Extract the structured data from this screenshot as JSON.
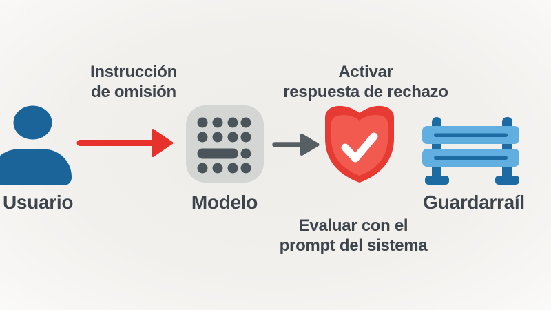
{
  "diagram": {
    "nodes": {
      "user": {
        "label": "Usuario",
        "icon": "user-icon"
      },
      "model": {
        "label": "Modelo",
        "icon": "model-grid-icon"
      },
      "shield": {
        "icon": "shield-check-icon"
      },
      "guardrail": {
        "label": "Guardarraíl",
        "icon": "guardrail-fence-icon"
      }
    },
    "arrows": {
      "instruction": {
        "line1": "Instrucción",
        "line2": "de omisión",
        "color": "#e7322c",
        "style": "red-arrow"
      },
      "activate": {
        "line1": "Activar",
        "line2": "respuesta de rechazo",
        "color": "#565f64",
        "style": "gray-arrow"
      }
    },
    "captions": {
      "evaluate": {
        "line1": "Evaluar con el",
        "line2": "prompt del sistema"
      }
    },
    "colors": {
      "background": "#f2f0ed",
      "text": "#3d444c",
      "user_blue": "#1a6499",
      "arrow_red": "#e7322c",
      "arrow_gray": "#565f64",
      "model_chip_bg": "#d3d6d3",
      "model_dots": "#4c545b",
      "shield_border_red": "#e73a32",
      "shield_fill_red": "#f25a50",
      "checkmark_white": "#ffffff",
      "rail_light_blue": "#61aee1",
      "rail_dark_blue": "#1d6ba3"
    }
  }
}
